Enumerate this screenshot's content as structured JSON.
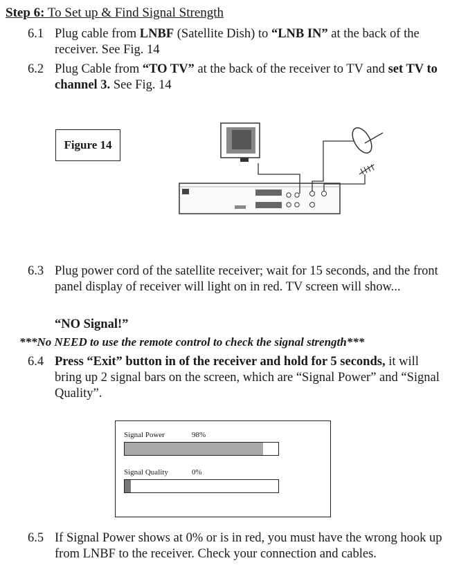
{
  "heading": {
    "step": "Step 6:",
    "title": "To Set up & Find Signal Strength"
  },
  "steps": [
    {
      "num": "6.1",
      "parts": [
        "Plug cable from ",
        "LNBF",
        " (Satellite Dish) to ",
        "“LNB IN”",
        " at the back of the receiver. See Fig. 14"
      ]
    },
    {
      "num": "6.2",
      "parts": [
        "Plug Cable from ",
        "“TO TV”",
        " at the back of the receiver to TV and ",
        "set TV to channel 3.",
        " See Fig. 14"
      ]
    },
    {
      "num": "6.3",
      "text": "Plug power cord of the satellite receiver; wait for 15 seconds, and the front panel display of receiver will light on in red. TV screen will show..."
    },
    {
      "num": "6.4",
      "bold": "Press “Exit” button in of the receiver and hold for 5 seconds,",
      "text": " it will bring up 2 signal bars on the screen, which are “Signal Power” and “Signal Quality”."
    },
    {
      "num": "6.5",
      "text": "If Signal Power shows at 0% or is in red, you must have the wrong hook up from LNBF to the receiver. Check your connection and cables."
    }
  ],
  "figure_label": "Figure 14",
  "no_signal": "“NO Signal!”",
  "note": "***No NEED to use the remote control to check the signal strength***",
  "signal": {
    "power_label": "Signal Power",
    "power_value": "98%",
    "power_fraction": 0.9,
    "quality_label": "Signal Quality",
    "quality_value": "0%",
    "quality_fraction": 0.03
  }
}
